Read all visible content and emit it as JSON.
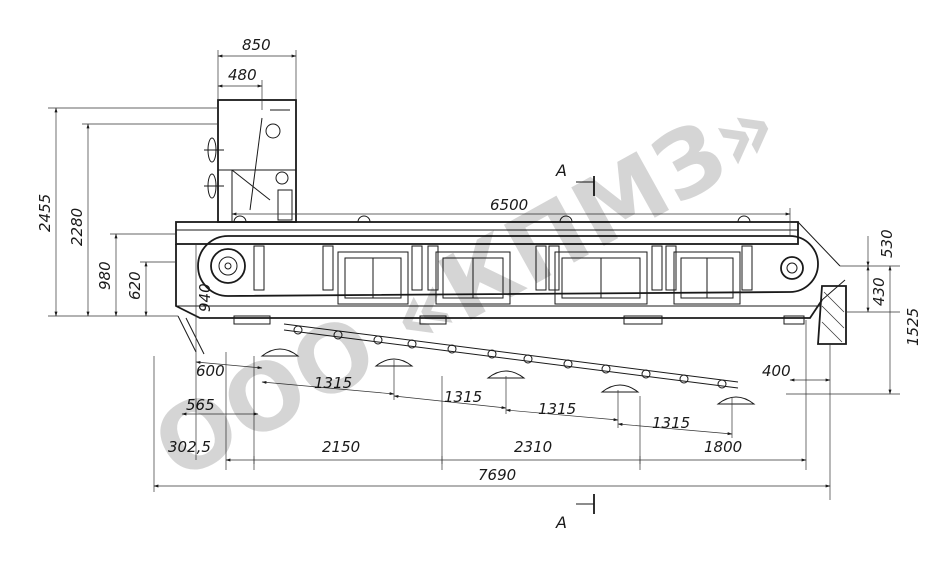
{
  "drawing": {
    "dims": {
      "w850": "850",
      "w480": "480",
      "h2455": "2455",
      "h2280": "2280",
      "h980": "980",
      "h620": "620",
      "h940": "940",
      "w6500": "6500",
      "h530": "530",
      "h430": "430",
      "h1525": "1525",
      "w600": "600",
      "w1315a": "1315",
      "w1315b": "1315",
      "w1315c": "1315",
      "w1315d": "1315",
      "w565": "565",
      "w400": "400",
      "w302": "302,5",
      "w2150": "2150",
      "w2310": "2310",
      "w1800": "1800",
      "w7690": "7690"
    },
    "section_label": "A",
    "watermark": "ООО «КПМЗ»"
  }
}
